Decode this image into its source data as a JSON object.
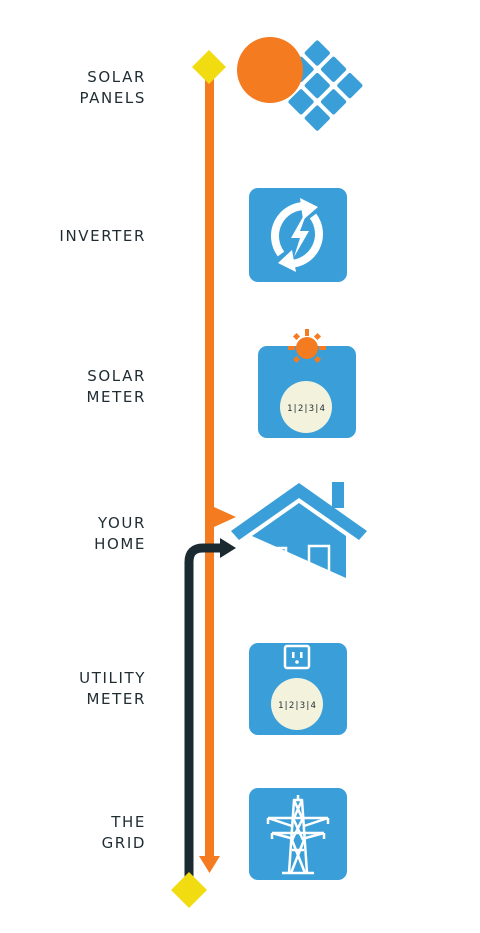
{
  "colors": {
    "solar_flow": "#f47b20",
    "grid_flow": "#1a2a30",
    "icon_blue": "#3a9fd9",
    "node_yellow": "#f1dc12",
    "text": "#1f2d33"
  },
  "steps": [
    {
      "line1": "SOLAR",
      "line2": "PANELS",
      "icon": "sun-solar-panel-icon"
    },
    {
      "line1": "INVERTER",
      "line2": "",
      "icon": "inverter-cycle-icon"
    },
    {
      "line1": "SOLAR",
      "line2": "METER",
      "icon": "solar-meter-icon"
    },
    {
      "line1": "YOUR",
      "line2": "HOME",
      "icon": "house-icon"
    },
    {
      "line1": "UTILITY",
      "line2": "METER",
      "icon": "utility-meter-icon"
    },
    {
      "line1": "THE",
      "line2": "GRID",
      "icon": "power-tower-icon"
    }
  ],
  "meter_digits": [
    "1",
    "2",
    "3",
    "4"
  ]
}
